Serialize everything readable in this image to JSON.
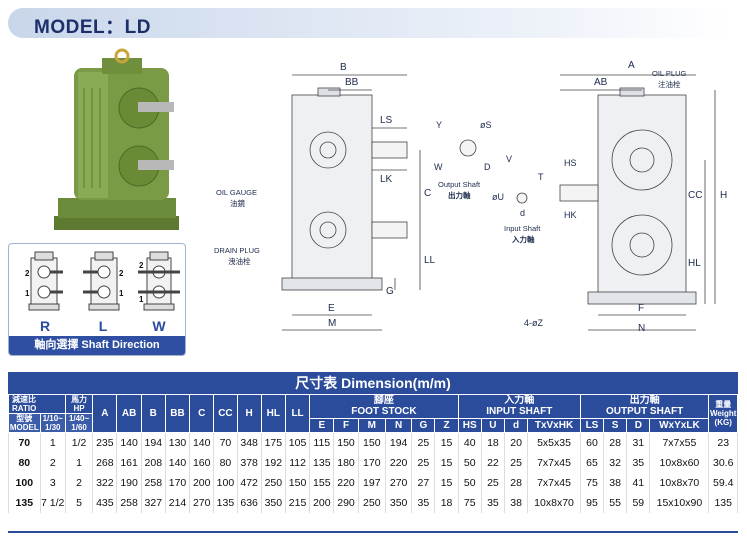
{
  "model": {
    "title": "MODEL：LD"
  },
  "shaft_direction": {
    "caption": "軸向選擇 Shaft Direction",
    "items": [
      {
        "letter": "R"
      },
      {
        "letter": "L"
      },
      {
        "letter": "W"
      }
    ]
  },
  "front_view": {
    "dims": [
      "B",
      "BB",
      "LS",
      "LK",
      "C",
      "LL",
      "G",
      "E",
      "M"
    ],
    "oil_gauge": "OIL GAUGE",
    "oil_gauge_cn": "油鏡",
    "drain_plug": "DRAIN PLUG",
    "drain_plug_cn": "洩油栓"
  },
  "shaft_details": {
    "output": {
      "label": "Output Shaft",
      "label_cn": "出力軸",
      "dims": [
        "Y",
        "øS",
        "W",
        "D"
      ]
    },
    "input": {
      "label": "Input Shaft",
      "label_cn": "入力軸",
      "dims": [
        "V",
        "T",
        "øU",
        "d"
      ]
    }
  },
  "side_view": {
    "dims": [
      "A",
      "AB",
      "HS",
      "HK",
      "CC",
      "HL",
      "H",
      "F",
      "N",
      "4-øZ"
    ],
    "oil_plug": "OIL PLUG",
    "oil_plug_cn": "注油栓"
  },
  "table": {
    "title": "尺寸表 Dimension(m/m)",
    "hdr": {
      "ratio_cn": "減速比",
      "ratio_en": "RATIO",
      "hp_cn": "馬力",
      "hp_en": "HP",
      "model_cn": "型號",
      "model_en": "MODEL",
      "r1": "1/10~ 1/30",
      "r2": "1/40~ 1/60",
      "A": "A",
      "AB": "AB",
      "B": "B",
      "BB": "BB",
      "C": "C",
      "CC": "CC",
      "H": "H",
      "HL": "HL",
      "LL": "LL",
      "foot_cn": "腳座",
      "foot_en": "FOOT STOCK",
      "input_cn": "入力軸",
      "input_en": "INPUT SHAFT",
      "output_cn": "出力軸",
      "output_en": "OUTPUT SHAFT",
      "weight_cn": "重量",
      "weight_en": "Weight",
      "weight_unit": "(KG)",
      "E": "E",
      "F": "F",
      "M": "M",
      "N": "N",
      "G": "G",
      "Z": "Z",
      "HS": "HS",
      "U": "U",
      "d": "d",
      "TxVxHK": "TxVxHK",
      "LS": "LS",
      "S": "S",
      "D": "D",
      "WxYxLK": "WxYxLK"
    },
    "rows": [
      [
        "70",
        "1",
        "1/2",
        "235",
        "140",
        "194",
        "130",
        "140",
        "70",
        "348",
        "175",
        "105",
        "115",
        "150",
        "150",
        "194",
        "25",
        "15",
        "40",
        "18",
        "20",
        "5x5x35",
        "60",
        "28",
        "31",
        "7x7x55",
        "23"
      ],
      [
        "80",
        "2",
        "1",
        "268",
        "161",
        "208",
        "140",
        "160",
        "80",
        "378",
        "192",
        "112",
        "135",
        "180",
        "170",
        "220",
        "25",
        "15",
        "50",
        "22",
        "25",
        "7x7x45",
        "65",
        "32",
        "35",
        "10x8x60",
        "30.6"
      ],
      [
        "100",
        "3",
        "2",
        "322",
        "190",
        "258",
        "170",
        "200",
        "100",
        "472",
        "250",
        "150",
        "155",
        "220",
        "197",
        "270",
        "27",
        "15",
        "50",
        "25",
        "28",
        "7x7x45",
        "75",
        "38",
        "41",
        "10x8x70",
        "59.4"
      ],
      [
        "135",
        "7 1/2",
        "5",
        "435",
        "258",
        "327",
        "214",
        "270",
        "135",
        "636",
        "350",
        "215",
        "200",
        "290",
        "250",
        "350",
        "35",
        "18",
        "75",
        "35",
        "38",
        "10x8x70",
        "95",
        "55",
        "59",
        "15x10x90",
        "135"
      ]
    ]
  },
  "colors": {
    "header_blue": "#2b4c9b",
    "title_navy": "#1c2f6b",
    "gearbox_green": "#6f8f3c"
  }
}
